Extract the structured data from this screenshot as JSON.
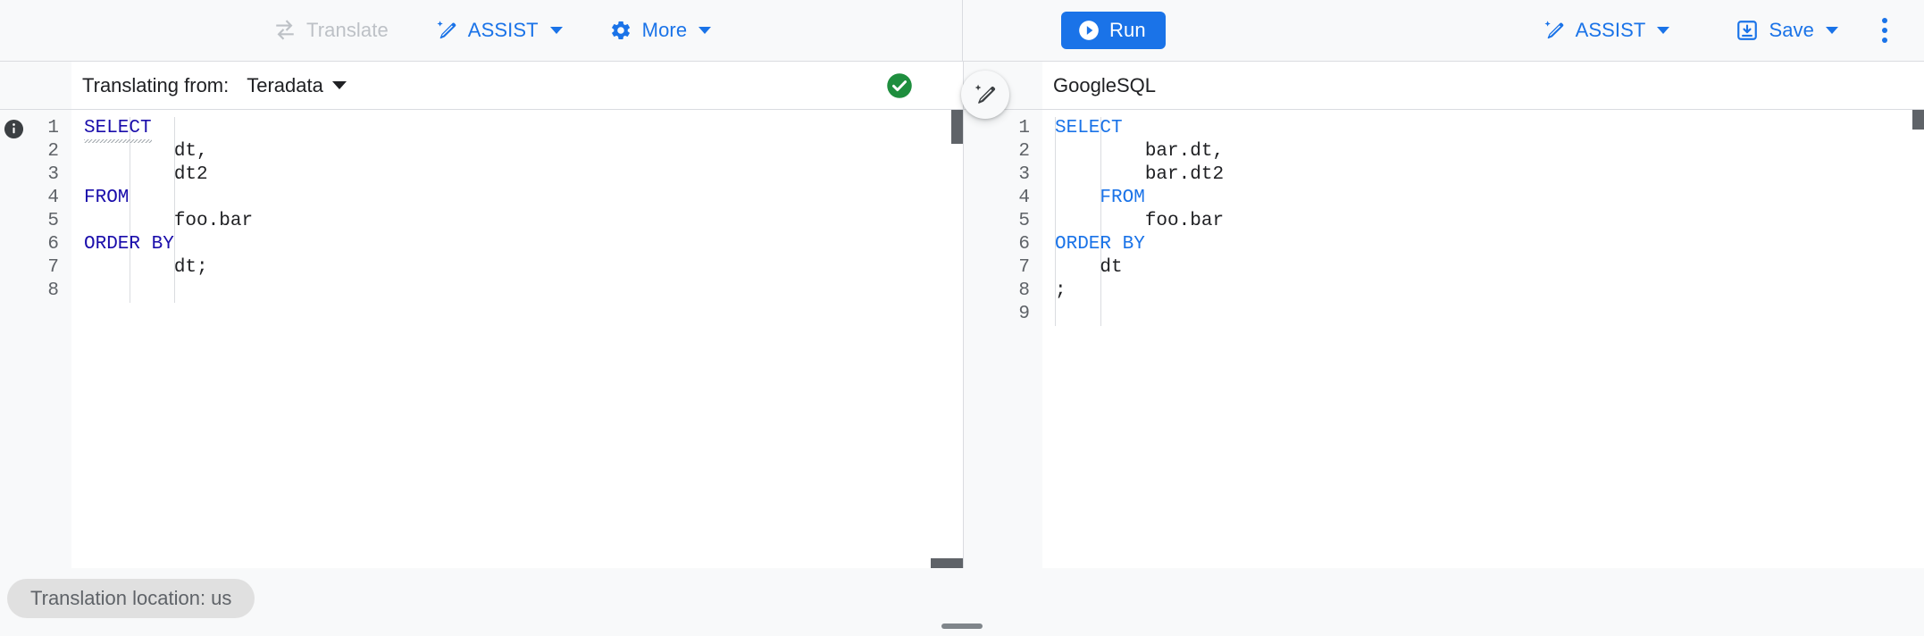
{
  "toolbar": {
    "left_buttons": [
      {
        "label": "Translate",
        "icon": "translate-swap-icon",
        "state": "disabled",
        "has_caret": false
      },
      {
        "label": "ASSIST",
        "icon": "magic-wand-icon",
        "state": "enabled",
        "has_caret": true
      },
      {
        "label": "More",
        "icon": "gear-icon",
        "state": "enabled",
        "has_caret": true
      }
    ],
    "run_button": {
      "label": "Run",
      "icon": "play-circle-icon"
    },
    "right_buttons": [
      {
        "label": "ASSIST",
        "icon": "magic-wand-icon",
        "has_caret": true
      },
      {
        "label": "Save",
        "icon": "save-download-icon",
        "has_caret": true
      }
    ],
    "overflow_icon": "more-vert-icon"
  },
  "left_pane": {
    "header": {
      "label": "Translating from:",
      "language": "Teradata",
      "status_icon": "check-circle-icon",
      "status_color": "#1e8e3e"
    },
    "info_icon": "info-icon",
    "line_numbers": [
      "1",
      "2",
      "3",
      "4",
      "5",
      "6",
      "7",
      "8"
    ],
    "code_lines": [
      {
        "indent": 0,
        "segments": [
          {
            "text": "SELECT",
            "type": "keyword",
            "squiggly": true
          }
        ]
      },
      {
        "indent": 2,
        "segments": [
          {
            "text": "dt,",
            "type": "plain",
            "squiggly": false
          }
        ]
      },
      {
        "indent": 2,
        "segments": [
          {
            "text": "dt2",
            "type": "plain",
            "squiggly": false
          }
        ]
      },
      {
        "indent": 0,
        "segments": [
          {
            "text": "FROM",
            "type": "keyword",
            "squiggly": false
          }
        ]
      },
      {
        "indent": 2,
        "segments": [
          {
            "text": "foo.bar",
            "type": "plain",
            "squiggly": false
          }
        ]
      },
      {
        "indent": 0,
        "segments": [
          {
            "text": "ORDER BY",
            "type": "keyword",
            "squiggly": false
          }
        ]
      },
      {
        "indent": 2,
        "segments": [
          {
            "text": "dt;",
            "type": "plain",
            "squiggly": false
          }
        ]
      },
      {
        "indent": 0,
        "segments": []
      }
    ]
  },
  "right_pane": {
    "header": {
      "label": "GoogleSQL"
    },
    "line_numbers": [
      "1",
      "2",
      "3",
      "4",
      "5",
      "6",
      "7",
      "8",
      "9"
    ],
    "code_lines": [
      {
        "indent": 0,
        "segments": [
          {
            "text": "SELECT",
            "type": "keyword",
            "squiggly": false
          }
        ]
      },
      {
        "indent": 2,
        "segments": [
          {
            "text": "bar.dt,",
            "type": "plain",
            "squiggly": false
          }
        ]
      },
      {
        "indent": 2,
        "segments": [
          {
            "text": "bar.dt2",
            "type": "plain",
            "squiggly": false
          }
        ]
      },
      {
        "indent": 1,
        "segments": [
          {
            "text": "FROM",
            "type": "keyword",
            "squiggly": false
          }
        ]
      },
      {
        "indent": 2,
        "segments": [
          {
            "text": "foo.bar",
            "type": "plain",
            "squiggly": false
          }
        ]
      },
      {
        "indent": 0,
        "segments": [
          {
            "text": "ORDER BY",
            "type": "keyword",
            "squiggly": false
          }
        ]
      },
      {
        "indent": 1,
        "segments": [
          {
            "text": "dt",
            "type": "plain",
            "squiggly": false
          }
        ]
      },
      {
        "indent": 0,
        "segments": [
          {
            "text": ";",
            "type": "plain",
            "squiggly": false
          }
        ]
      },
      {
        "indent": 0,
        "segments": []
      }
    ]
  },
  "center_action": {
    "icon": "magic-wand-edit-icon"
  },
  "footer": {
    "status_chip": "Translation location: us",
    "drag_handle": "resize-handle"
  },
  "colors": {
    "accent": "#1a73e8",
    "keyword_teradata": "#1a0dab",
    "keyword_googlesql": "#1a73e8",
    "success": "#1e8e3e",
    "disabled_text": "#bdc1c6",
    "toolbar_bg": "#f8f9fa",
    "border": "#dadce0"
  }
}
